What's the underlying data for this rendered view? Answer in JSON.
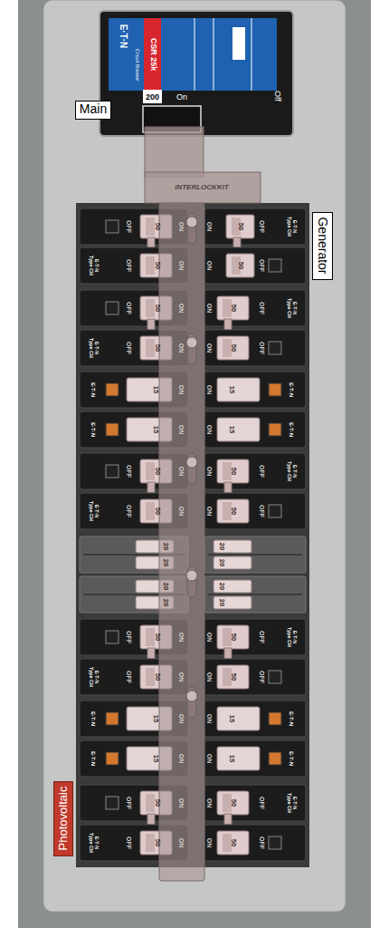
{
  "diagram": {
    "nodes": [
      {
        "text": [
          "Main"
        ]
      },
      {
        "text": [
          "Generator"
        ]
      },
      {
        "text": [
          "Photovoltaic"
        ]
      }
    ],
    "labels": [
      "E·T·N",
      "Circuit Breaker",
      "CSR 25k",
      "200",
      "On",
      "Off",
      "INTERLOCKKIT",
      "OFF",
      "50",
      "ON",
      "E·T·N Type CH",
      "OFF",
      "50",
      "ON",
      "E·T·N Type CH",
      "OFF",
      "50",
      "ON",
      "OFF",
      "50",
      "ON",
      "OFF",
      "50",
      "ON",
      "E·T·N Type CH",
      "OFF",
      "50",
      "ON",
      "E·T·N Type CH",
      "OFF",
      "50",
      "ON",
      "OFF",
      "50",
      "ON",
      "E·T·N",
      "15",
      "ON",
      "E·T·N",
      "15",
      "ON",
      "E·T·N",
      "15",
      "ON",
      "E·T·N",
      "15",
      "ON",
      "OFF",
      "50",
      "ON",
      "E·T·N Type CH",
      "OFF",
      "50",
      "ON",
      "E·T·N Type CH",
      "OFF",
      "50",
      "ON",
      "OFF",
      "50",
      "ON",
      "20",
      "20",
      "20",
      "20",
      "20",
      "20",
      "20",
      "20",
      "OFF",
      "50",
      "ON",
      "E·T·N Type CH",
      "OFF",
      "50",
      "ON",
      "E·T·N Type CH",
      "OFF",
      "50",
      "ON",
      "OFF",
      "50",
      "ON",
      "E·T·N",
      "15",
      "ON",
      "E·T·N",
      "15",
      "ON",
      "E·T·N",
      "15",
      "ON",
      "E·T·N",
      "15",
      "ON",
      "OFF",
      "50",
      "ON",
      "E·T·N Type CH",
      "OFF",
      "50",
      "ON",
      "E·T·N Type CH",
      "OFF",
      "50",
      "ON",
      "OFF",
      "50",
      "ON"
    ]
  }
}
